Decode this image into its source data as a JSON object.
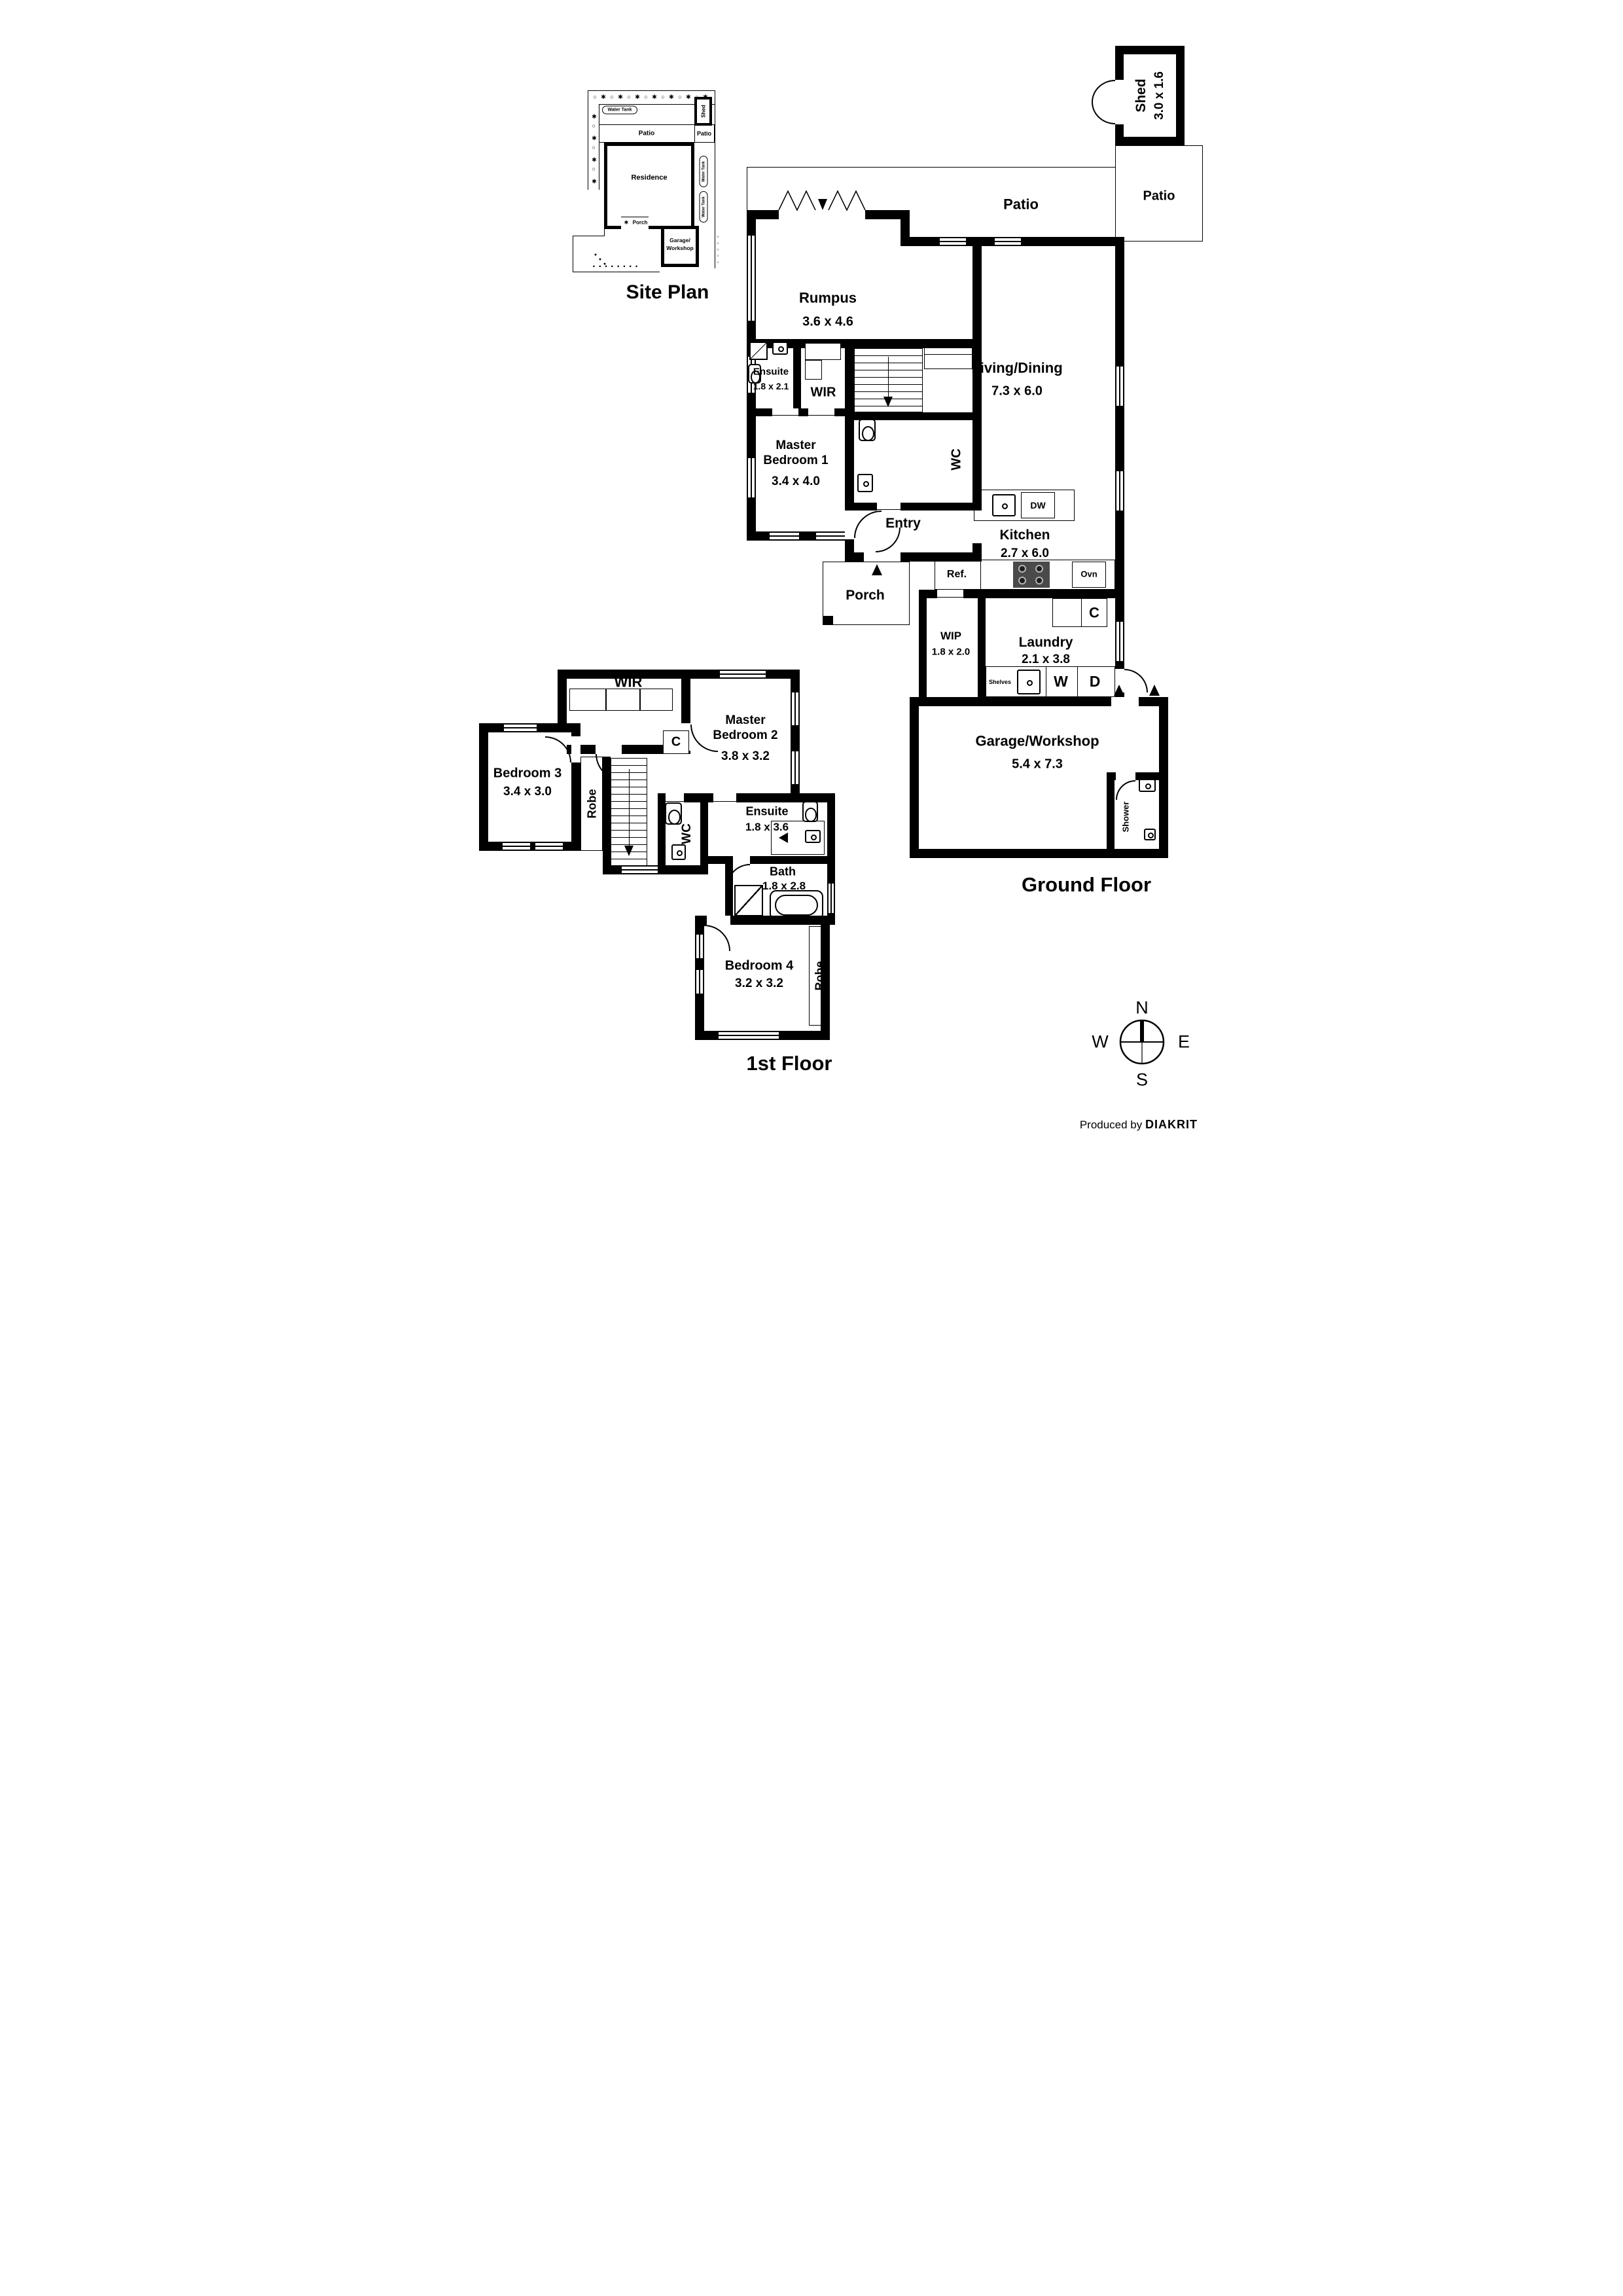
{
  "site_plan": {
    "title": "Site Plan",
    "residence": "Residence",
    "patio_main": "Patio",
    "patio_right": "Patio",
    "shed": "Shed",
    "porch": "Porch",
    "garage_line1": "Garage/",
    "garage_line2": "Workshop",
    "water_tank": "Water Tank",
    "icons": {
      "tree_row": "○ ✱ ○ ✱ ○ ✱ ○ ✱ ○ ✱ ○ ✱ ○ ✱",
      "tree_col": "✱ ○ ✱ ○ ✱ ○ ✱",
      "drive_dots": "● ● ● ● ● ● ● ●",
      "hatch_col": "○ ○ ○ ○ ○",
      "tree": "✱",
      "dot": "●"
    }
  },
  "ground_floor": {
    "title": "Ground Floor",
    "shed": {
      "name": "Shed",
      "dims": "3.0 x 1.6"
    },
    "patio_main": "Patio",
    "patio_right": "Patio",
    "rumpus": {
      "name": "Rumpus",
      "dims": "3.6 x 4.6"
    },
    "living_dining": {
      "name": "Living/Dining",
      "dims": "7.3 x 6.0"
    },
    "kitchen": {
      "name": "Kitchen",
      "dims": "2.7 x 6.0"
    },
    "wip": {
      "name": "WIP",
      "dims": "1.8 x 2.0"
    },
    "laundry": {
      "name": "Laundry",
      "dims": "2.1 x 3.8"
    },
    "entry": "Entry",
    "porch": "Porch",
    "master_bedroom_1": {
      "name": "Master Bedroom 1",
      "dims": "3.4 x 4.0"
    },
    "ensuite": {
      "name": "Ensuite",
      "dims": "1.8 x 2.1"
    },
    "wir": "WIR",
    "wc": "WC",
    "garage": {
      "name": "Garage/Workshop",
      "dims": "5.4 x 7.3"
    },
    "shower": "Shower",
    "fixtures": {
      "ref": "Ref.",
      "ovn": "Ovn",
      "dw": "DW",
      "cupboard": "C",
      "washer": "W",
      "dryer": "D",
      "shelves": "Shelves"
    }
  },
  "first_floor": {
    "title": "1st Floor",
    "wir": "WIR",
    "cupboard": "C",
    "master_bedroom_2": {
      "name": "Master Bedroom 2",
      "dims": "3.8 x 3.2"
    },
    "bedroom_3": {
      "name": "Bedroom 3",
      "dims": "3.4 x 3.0"
    },
    "bedroom_4": {
      "name": "Bedroom 4",
      "dims": "3.2 x 3.2"
    },
    "robe_bedroom_3": "Robe",
    "robe_bedroom_4": "Robe",
    "wc": "WC",
    "ensuite": {
      "name": "Ensuite",
      "dims": "1.8 x 3.6"
    },
    "bath": {
      "name": "Bath",
      "dims": "1.8 x 2.8"
    }
  },
  "compass": {
    "north": "N",
    "east": "E",
    "south": "S",
    "west": "W"
  },
  "footer": {
    "produced_by": "Produced by",
    "brand": "DIAKRIT"
  }
}
